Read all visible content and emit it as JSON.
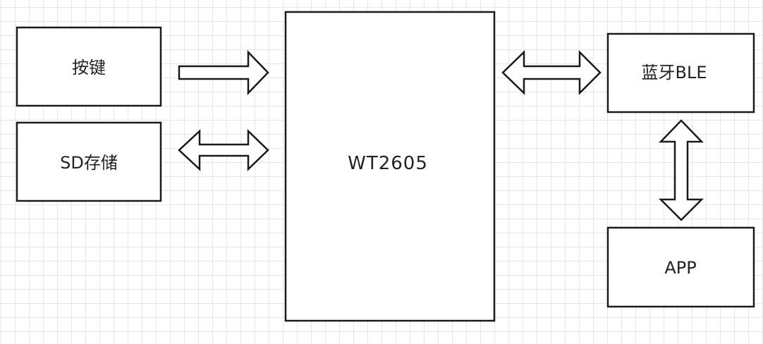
{
  "diagram": {
    "nodes": {
      "keypad": "按键",
      "sd_storage": "SD存储",
      "main_chip": "WT2605",
      "bluetooth": "蓝牙BLE",
      "app": "APP"
    },
    "edges": [
      {
        "from": "keypad",
        "to": "main_chip",
        "direction": "one-way"
      },
      {
        "from": "sd_storage",
        "to": "main_chip",
        "direction": "two-way"
      },
      {
        "from": "main_chip",
        "to": "bluetooth",
        "direction": "two-way"
      },
      {
        "from": "bluetooth",
        "to": "app",
        "direction": "two-way"
      }
    ],
    "colors": {
      "stroke": "#1a1a1a",
      "fill": "#ffffff",
      "grid": "#e6e6ee"
    }
  }
}
